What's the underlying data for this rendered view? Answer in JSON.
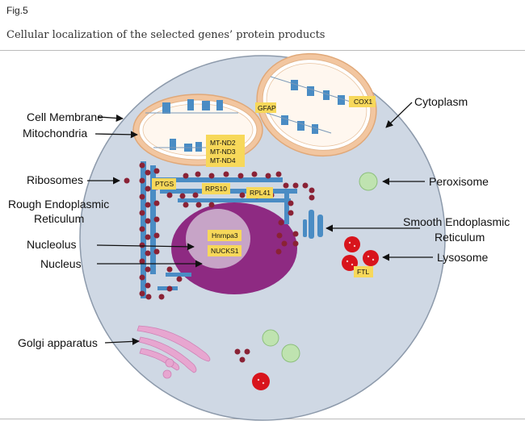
{
  "figure": {
    "label": "Fig.5",
    "caption": "Cellular localization of the selected genes’ protein products"
  },
  "labels": {
    "cell_membrane": "Cell Membrane",
    "mitochondria": "Mitochondria",
    "ribosomes": "Ribosomes",
    "rough_er_1": "Rough Endoplasmic",
    "rough_er_2": "Reticulum",
    "nucleolus": "Nucleolus",
    "nucleus": "Nucleus",
    "golgi": "Golgi apparatus",
    "cytoplasm": "Cytoplasm",
    "peroxisome": "Peroxisome",
    "smooth_er_1": "Smooth Endoplasmic",
    "smooth_er_2": "Reticulum",
    "lysosome": "Lysosome"
  },
  "genes": {
    "mt_nd2": "MT-ND2",
    "mt_nd3": "MT-ND3",
    "mt_nd4": "MT-ND4",
    "gfap": "GFAP",
    "cox1": "COX1",
    "ptgs": "PTGS",
    "rps10": "RPS10",
    "rpl41": "RPL41",
    "hnrnpa3": "Hnrnpa3",
    "nucks1": "NUCKS1",
    "ftl": "FTL"
  },
  "colors": {
    "cell_fill": "#cfd8e4",
    "nucleus": "#8e2a82",
    "nucleolus": "#c7a4c7",
    "ribosome": "#8a2235",
    "er_blue": "#4a8cc4",
    "mito": "#f2c6a0",
    "gene_box": "#f7d85a",
    "peroxisome": "#bfe3b0",
    "lysosome": "#d8141c",
    "golgi": "#e7a6d0"
  }
}
